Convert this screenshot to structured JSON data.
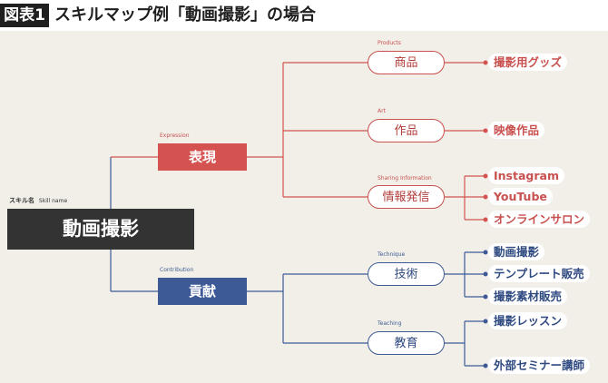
{
  "header": {
    "badge": "図表1",
    "title": "スキルマップ例「動画撮影」の場合"
  },
  "root": {
    "label_jp": "スキル名",
    "label_en": "Skill name",
    "name": "動画撮影"
  },
  "branches": [
    {
      "label_en": "Expression",
      "name": "表現",
      "children": [
        {
          "label_en": "Products",
          "name": "商品",
          "leaves": [
            "撮影用グッズ"
          ]
        },
        {
          "label_en": "Art",
          "name": "作品",
          "leaves": [
            "映像作品"
          ]
        },
        {
          "label_en": "Sharing Information",
          "name": "情報発信",
          "leaves": [
            "Instagram",
            "YouTube",
            "オンラインサロン"
          ]
        }
      ]
    },
    {
      "label_en": "Contribution",
      "name": "貢献",
      "children": [
        {
          "label_en": "Technique",
          "name": "技術",
          "leaves": [
            "動画撮影",
            "テンプレート販売",
            "撮影素材販売"
          ]
        },
        {
          "label_en": "Teaching",
          "name": "教育",
          "leaves": [
            "撮影レッスン",
            "外部セミナー講師"
          ]
        }
      ]
    }
  ],
  "colors": {
    "expression": "#d45350",
    "contribution": "#3e5a96",
    "root": "#333333",
    "background": "#f1efe8"
  }
}
